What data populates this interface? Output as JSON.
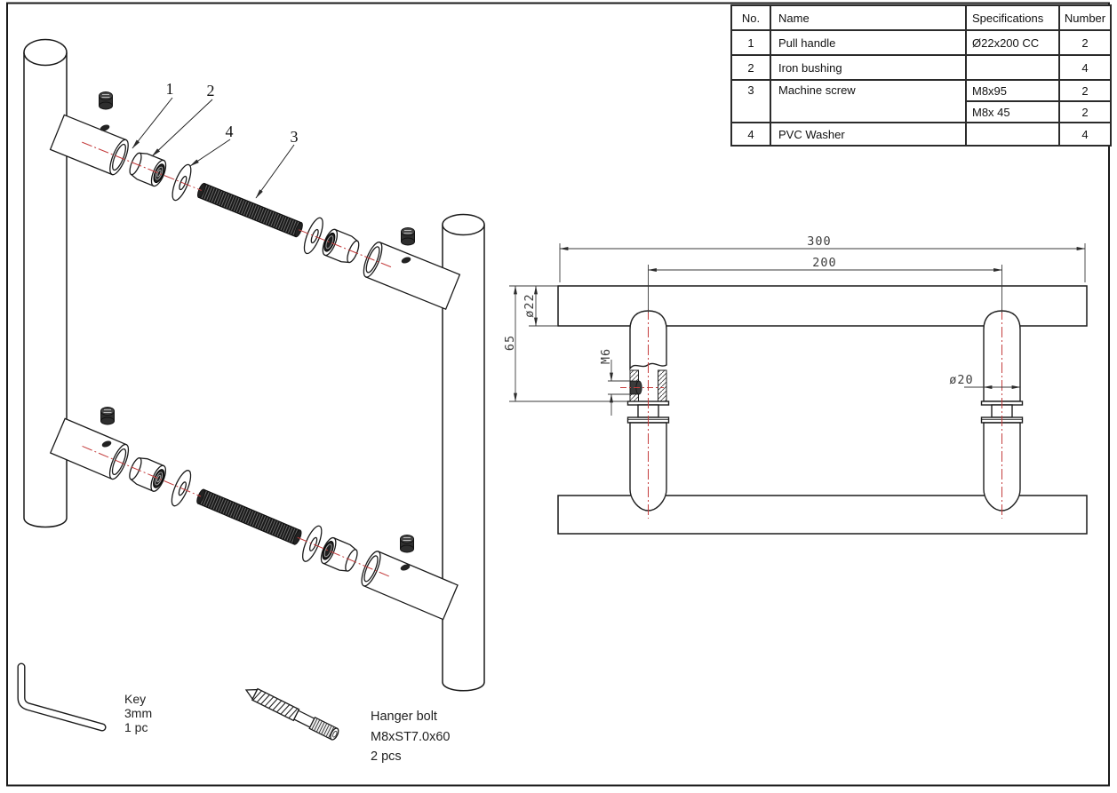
{
  "page": {
    "background": "#ffffff",
    "frame_color": "#1a1a1a"
  },
  "parts_table": {
    "headers": {
      "no": "No.",
      "name": "Name",
      "spec": "Specifications",
      "qty": "Number"
    },
    "rows": [
      {
        "no": "1",
        "name": "Pull handle",
        "spec": "Ø22x200 CC",
        "qty": "2"
      },
      {
        "no": "2",
        "name": "Iron bushing",
        "spec": "",
        "qty": "4"
      },
      {
        "no": "3",
        "name": "Machine screw",
        "spec": "M8x95",
        "qty": "2",
        "spec2": "M8x 45",
        "qty2": "2"
      },
      {
        "no": "4",
        "name": "PVC Washer",
        "spec": "",
        "qty": "4"
      }
    ]
  },
  "exploded_view": {
    "part_labels": {
      "handle": "1",
      "bushing": "2",
      "screw": "3",
      "washer": "4"
    },
    "key_note": {
      "line1": "Key",
      "line2": "3mm",
      "line3": "1 pc"
    },
    "hanger_bolt_note": {
      "line1": "Hanger bolt",
      "line2": "M8xST7.0x60",
      "line3": "2 pcs"
    }
  },
  "dimension_view": {
    "overall_length": "300",
    "center_to_center": "200",
    "tube_diameter": "ø22",
    "post_height": "65",
    "thread_size": "M6",
    "post_diameter": "ø20"
  },
  "colors": {
    "line": "#1a1a1a",
    "centerline_red": "#c43c3c",
    "dim_text": "#3d3d3d"
  }
}
